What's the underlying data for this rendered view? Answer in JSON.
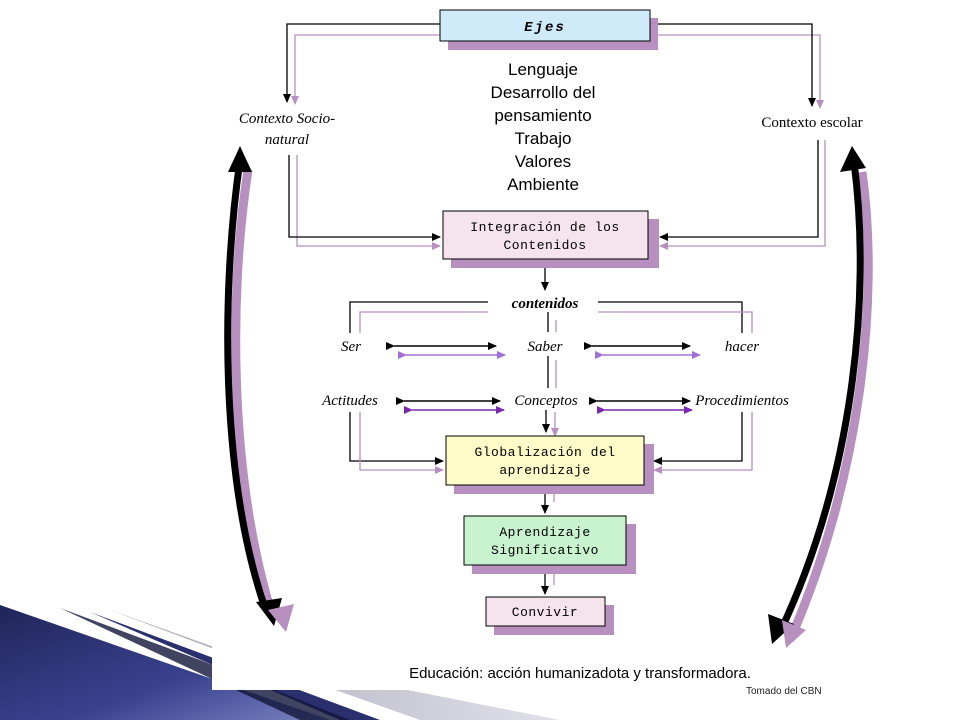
{
  "boxes": {
    "ejes": "Ejes",
    "integracion_l1": "Integración de los",
    "integracion_l2": "Contenidos",
    "globalizacion_l1": "Globalización del",
    "globalizacion_l2": "aprendizaje",
    "aprendizaje_l1": "Aprendizaje",
    "aprendizaje_l2": "Significativo",
    "convivir": "Convivir"
  },
  "ejes_list": [
    "Lenguaje",
    "Desarrollo del",
    "pensamiento",
    "Trabajo",
    "Valores",
    "Ambiente"
  ],
  "contexts": {
    "socio_l1": "Contexto Socio-",
    "socio_l2": "natural",
    "escolar": "Contexto escolar"
  },
  "contenidos": {
    "title": "contenidos",
    "ser": "Ser",
    "saber": "Saber",
    "hacer": "hacer",
    "actitudes": "Actitudes",
    "conceptos": "Conceptos",
    "procedimientos": "Procedimientos"
  },
  "footer": "Educación: acción humanizadota y transformadora.",
  "credit": "Tomado del CBN",
  "colors": {
    "ejes_fill": "#cfeaf8",
    "integracion_fill": "#f5e3ee",
    "globalizacion_fill": "#fdfbc8",
    "aprendizaje_fill": "#c9f3cf",
    "convivir_fill": "#f5e3ee",
    "shadow": "#b890c0",
    "navy": "#2a2f6e"
  }
}
